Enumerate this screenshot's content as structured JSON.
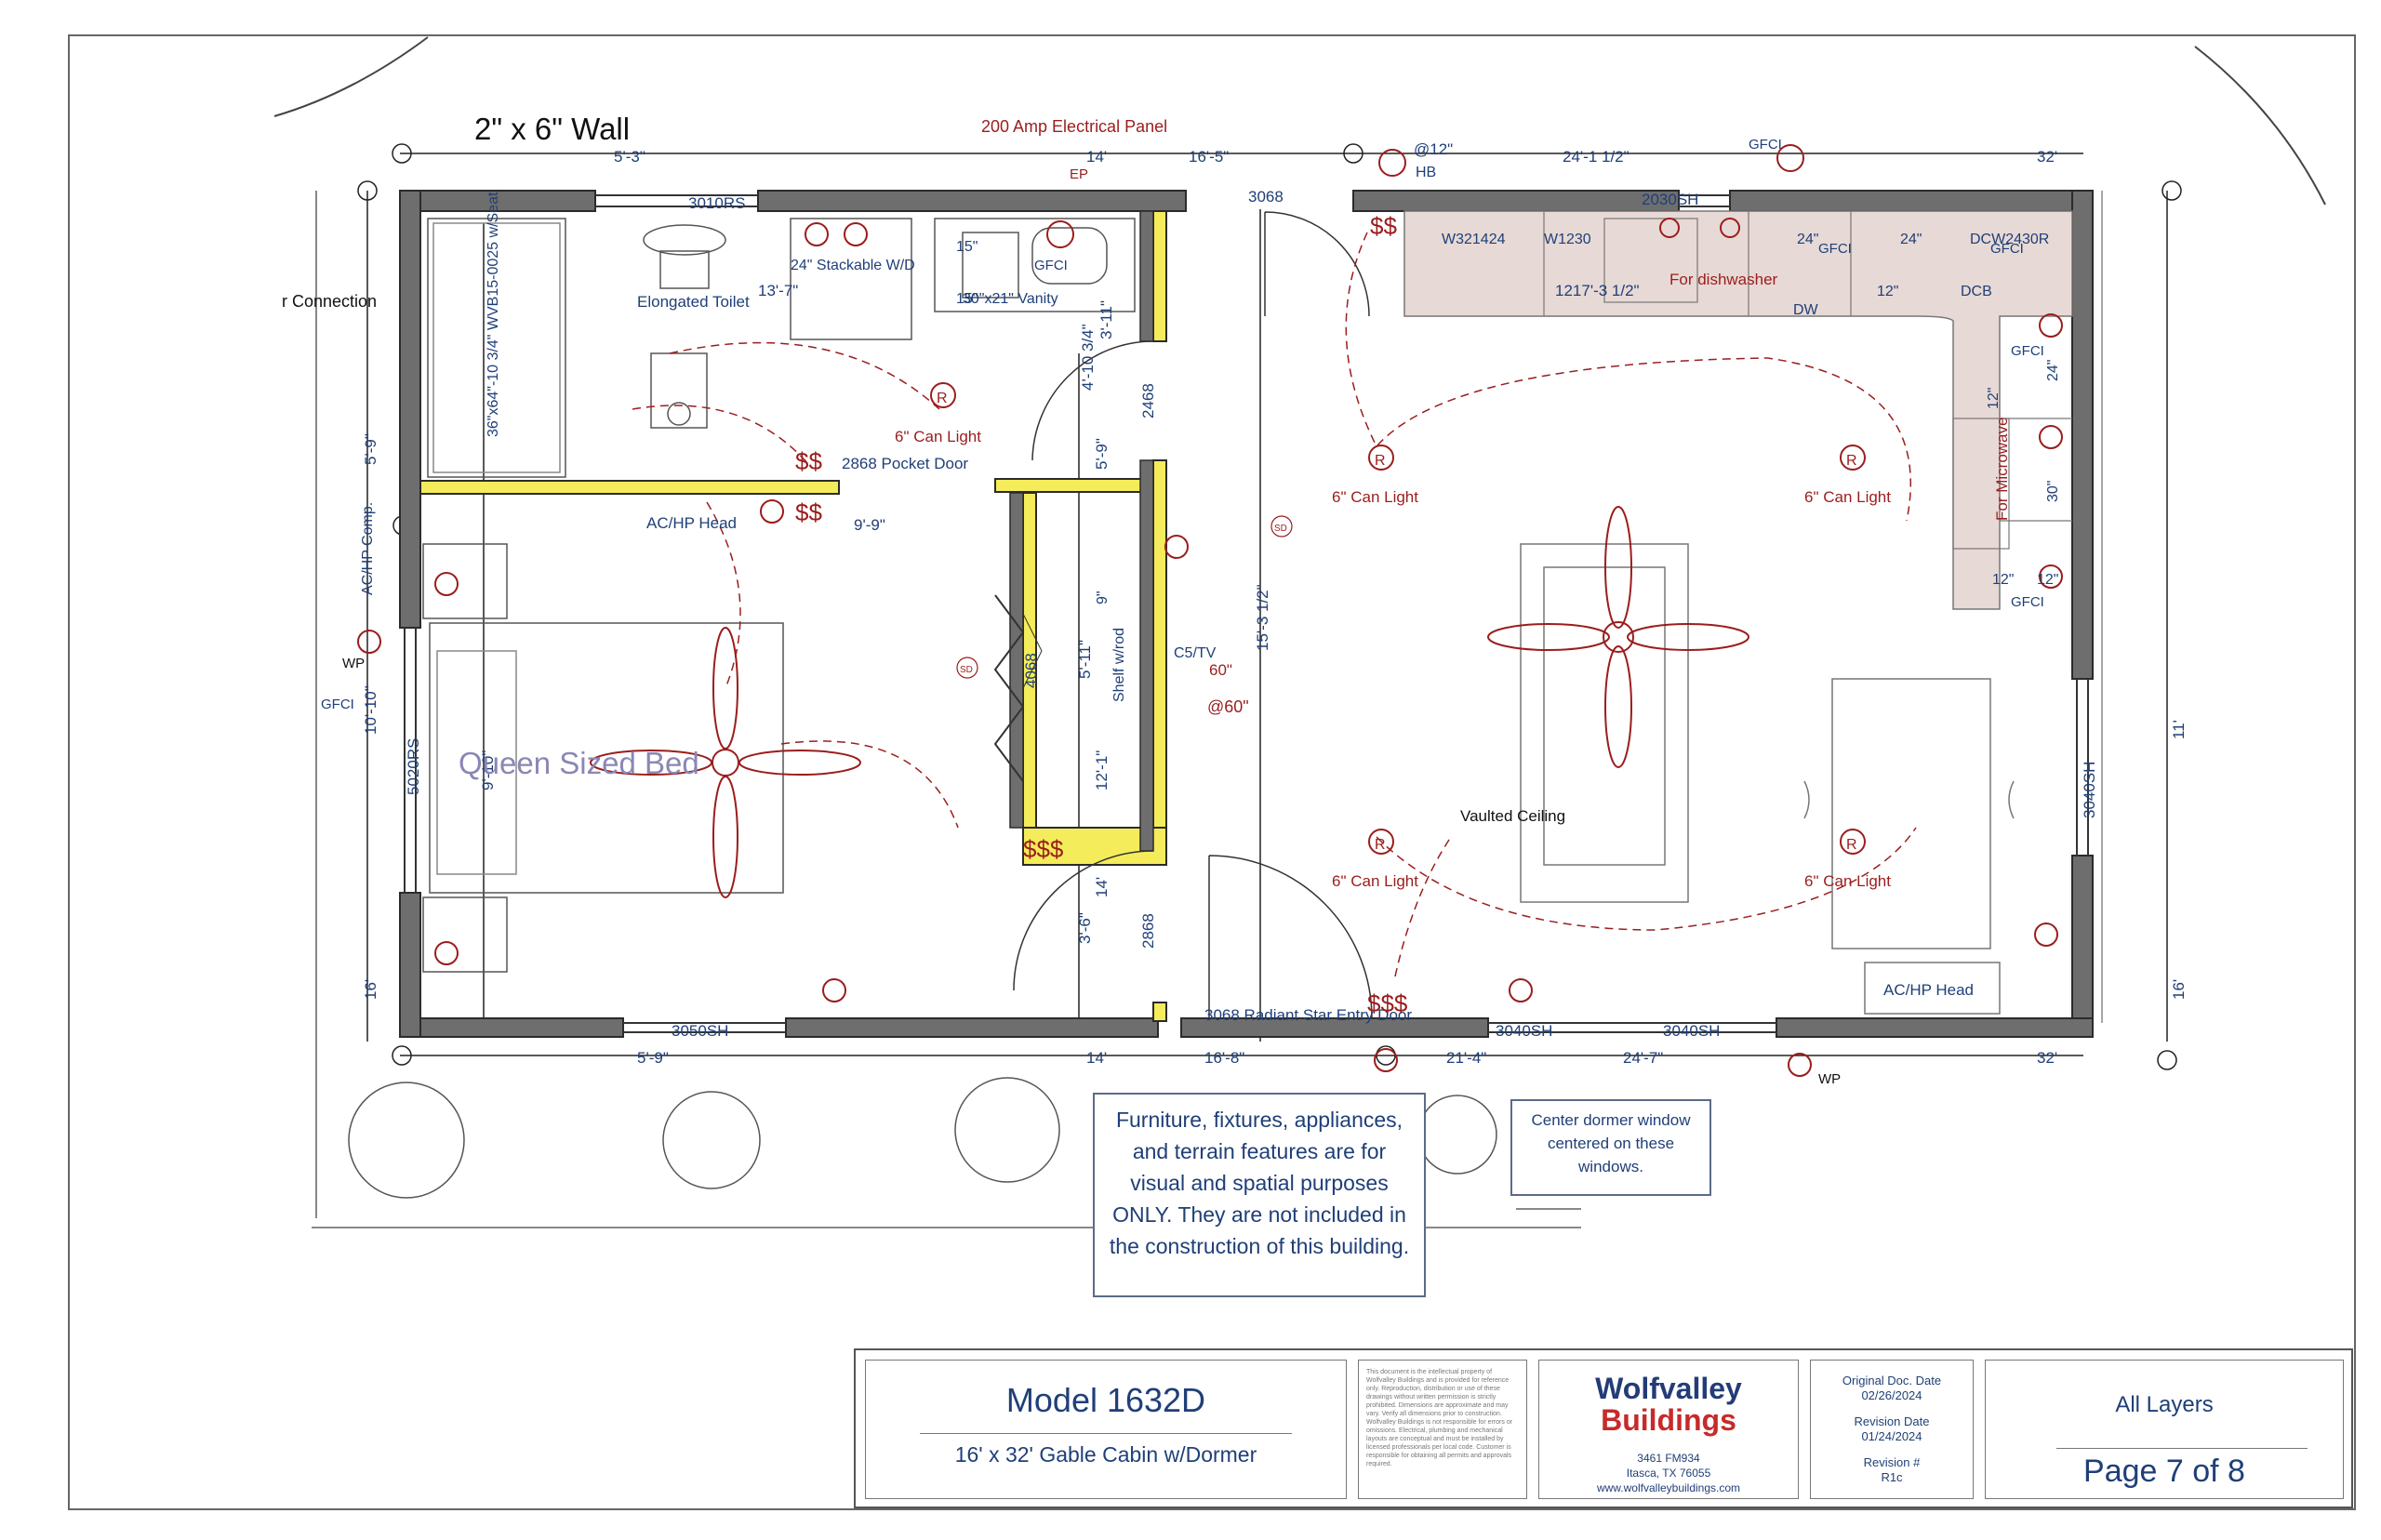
{
  "header": {
    "wall_label": "2\" x 6\" Wall",
    "panel_label": "200 Amp Electrical Panel"
  },
  "dims_top": [
    "5'-3\"",
    "14'",
    "16'-5\"",
    "24'-1 1/2\"",
    "32'"
  ],
  "dims_bottom": [
    "5'-9\"",
    "14'",
    "16'-8\"",
    "21'-4\"",
    "24'-7\"",
    "32'"
  ],
  "dims_side": [
    "5'-9\"",
    "10'-10\"",
    "16'",
    "11'",
    "16'",
    "15'-3 1/2\""
  ],
  "dims_interior": [
    "13'-7\"",
    "4'-10 3/4\"",
    "3'-11\"",
    "5'-9\"",
    "9'-9\"",
    "5'-11\"",
    "12'-1\"",
    "14'",
    "3'-6\"",
    "9'-10\"",
    "1217'-3 1/2\""
  ],
  "windows": [
    "3010RS",
    "2030SH",
    "3040SH",
    "3040SH",
    "3050SH",
    "5020RS",
    "3040SH"
  ],
  "doors": [
    "3068",
    "2468",
    "2868",
    "4068",
    "2868 Pocket Door",
    "3068 Radiant Star Entry Door"
  ],
  "rooms": {
    "toilet": "Elongated Toilet",
    "washer": "24\" Stackable W/D",
    "vanity": "30\"x21\" Vanity",
    "vanity_dims": [
      "15\"",
      "15\""
    ],
    "shower": "36\"x64\"-10 3/4\" WVB15-0025 w/Seat",
    "closet": "Shelf w/rod",
    "closet_depth": "9\"",
    "bed": "Queen Sized Bed",
    "tv": "C5/TV",
    "tv_h": "60\"",
    "tv_at": "@60\"",
    "vaulted": "Vaulted Ceiling",
    "ac_head_left": "AC/HP Head",
    "ac_head_right": "AC/HP Head",
    "ac_comp": "AC/HP Comp.",
    "connection": "r Connection"
  },
  "kitchen": {
    "cabinets": [
      "W321424",
      "W1230",
      "24\"",
      "24\"",
      "DCW2430R",
      "12\"",
      "DCB",
      "24\"",
      "12\"",
      "30\"",
      "12\"",
      "12\""
    ],
    "dishwasher": "For dishwasher",
    "dw": "DW",
    "microwave": "For Microwave",
    "fan_label": "@12\"",
    "hb": "HB"
  },
  "electrical": {
    "can_light": "6\" Can Light",
    "gfci": "GFCI",
    "wp": "WP",
    "ep": "EP",
    "sd": "SD",
    "r": "R",
    "switch_1": "$$",
    "switch_3": "$$$"
  },
  "notes": {
    "furniture": "Furniture, fixtures, appliances, and terrain features are for visual and spatial purposes ONLY. They are not included in the construction of this building.",
    "dormer": "Center dormer window centered on these windows."
  },
  "title_block": {
    "model": "Model 1632D",
    "description": "16' x 32' Gable Cabin w/Dormer",
    "company_line1": "Wolfvalley",
    "company_line2": "Buildings",
    "address1": "3461 FM934",
    "address2": "Itasca, TX 76055",
    "website": "www.wolfvalleybuildings.com",
    "orig_label": "Original Doc. Date",
    "orig_date": "02/26/2024",
    "rev_label": "Revision Date",
    "rev_date": "01/24/2024",
    "revnum_label": "Revision #",
    "revnum": "R1c",
    "layers": "All Layers",
    "page": "Page 7 of 8",
    "fine_print": "This document is the intellectual property of Wolfvalley Buildings and is provided for reference only. Reproduction, distribution or use of these drawings without written permission is strictly prohibited. Dimensions are approximate and may vary. Verify all dimensions prior to construction. Wolfvalley Buildings is not responsible for errors or omissions. Electrical, plumbing and mechanical layouts are conceptual and must be installed by licensed professionals per local code. Customer is responsible for obtaining all permits and approvals required."
  },
  "colors": {
    "wall": "#6e6e6e",
    "wall_dark": "#333333",
    "yellow_wall": "#f4ec5a",
    "electrical": "#9b1d1d",
    "dims": "#1f3f78",
    "counter": "#e7d9d5"
  }
}
